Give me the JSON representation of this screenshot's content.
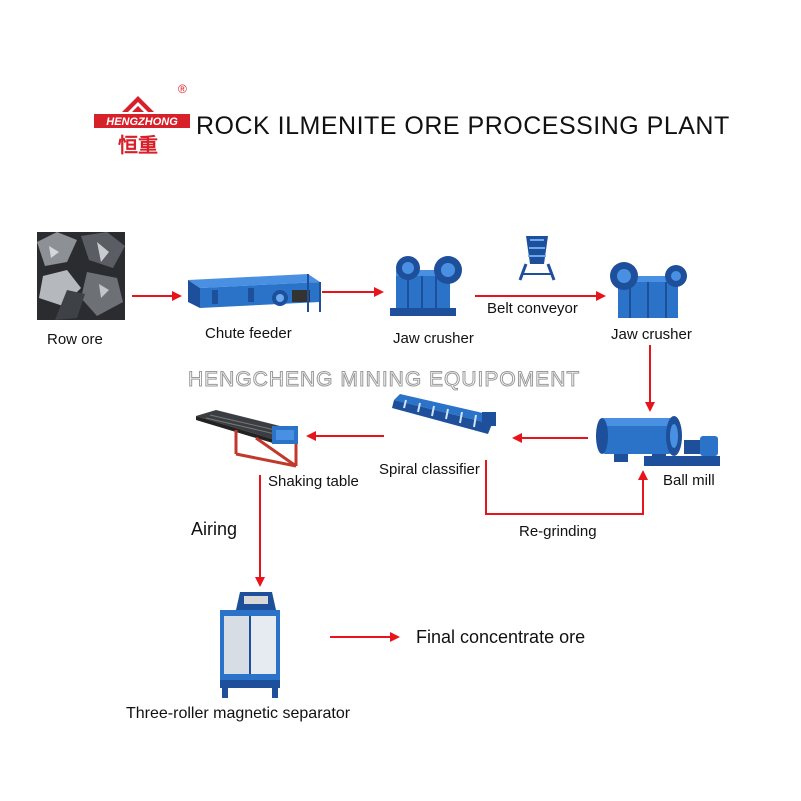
{
  "brand": {
    "logo_text": "HENGZHONG",
    "logo_cn": "恒重",
    "registered_mark": "®",
    "color": "#d8202a"
  },
  "title": "ROCK ILMENITE ORE PROCESSING PLANT",
  "watermark": "HENGCHENG MINING EQUIPOMENT",
  "colors": {
    "arrow": "#e8141c",
    "machine_blue": "#2a73c8",
    "machine_dark": "#1d4f9a",
    "frame_red": "#c0392b"
  },
  "nodes": {
    "raw_ore": {
      "label": "Row ore",
      "icon": "ore-rock-image"
    },
    "chute_feeder": {
      "label": "Chute feeder",
      "icon": "chute-feeder-machine"
    },
    "jaw_crusher_1": {
      "label": "Jaw crusher",
      "icon": "jaw-crusher-machine"
    },
    "belt_conveyor": {
      "label": "Belt conveyor",
      "icon": "belt-conveyor-machine"
    },
    "jaw_crusher_2": {
      "label": "Jaw crusher",
      "icon": "jaw-crusher-machine"
    },
    "ball_mill": {
      "label": "Ball mill",
      "icon": "ball-mill-machine"
    },
    "spiral_classifier": {
      "label": "Spiral classifier",
      "icon": "spiral-classifier-machine"
    },
    "shaking_table": {
      "label": "Shaking table",
      "icon": "shaking-table-machine"
    },
    "magnetic_separator": {
      "label": "Three-roller magnetic separator",
      "icon": "magnetic-separator-machine"
    },
    "final": {
      "label": "Final concentrate ore"
    }
  },
  "edge_labels": {
    "airing": "Airing",
    "regrinding": "Re-grinding"
  }
}
